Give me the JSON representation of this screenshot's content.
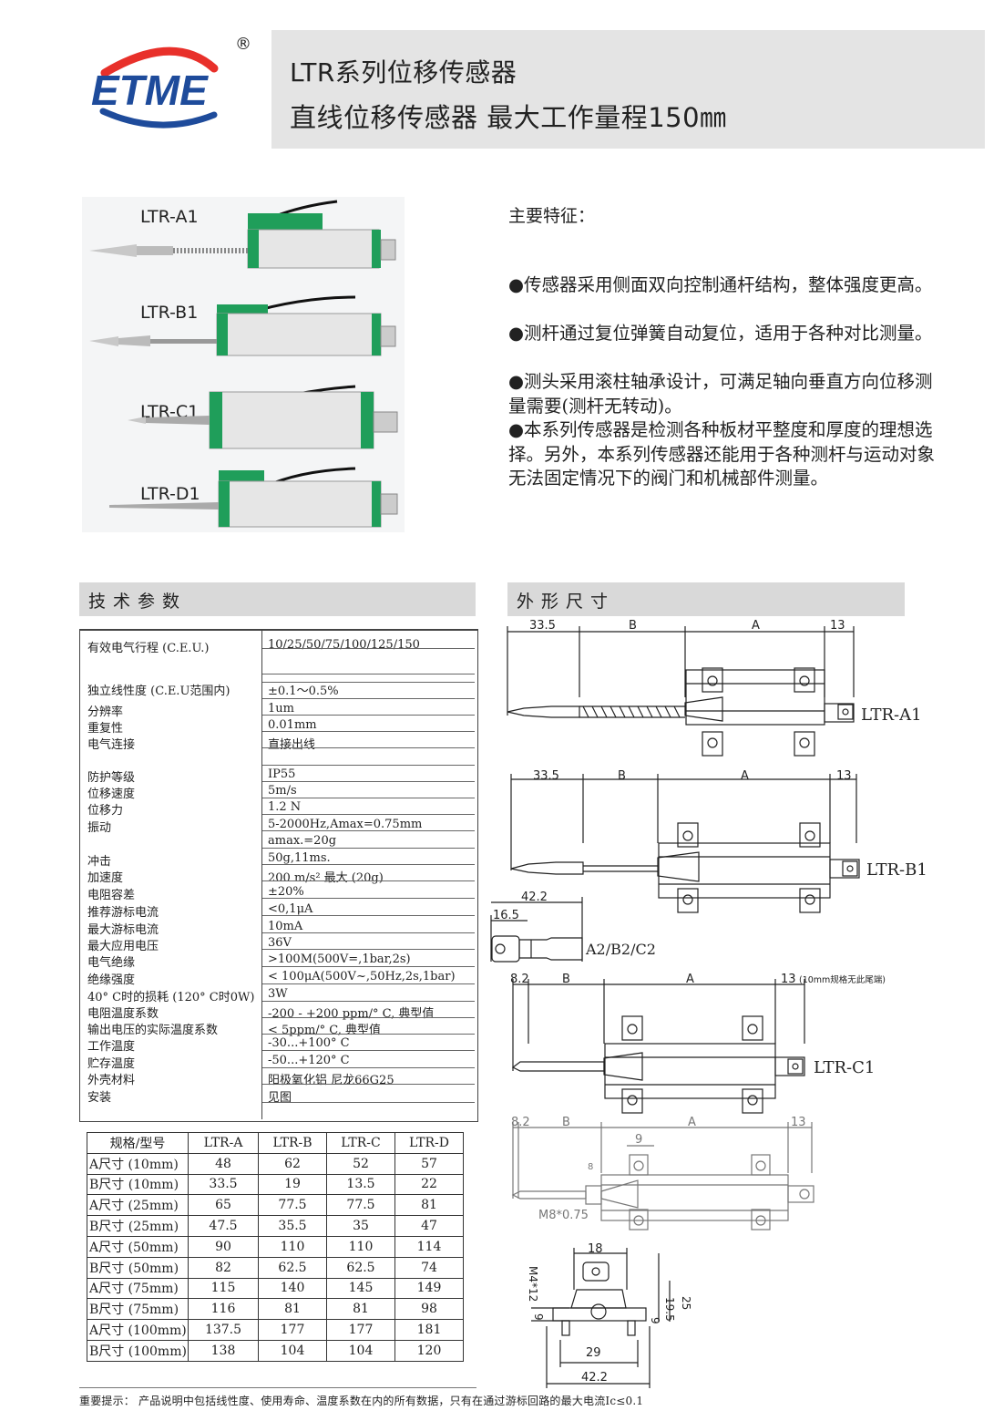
{
  "header": {
    "brand": "ETME",
    "registered_mark": "®",
    "title_line1": "LTR系列位移传感器",
    "title_line2": "直线位移传感器 最大工作量程150㎜"
  },
  "photo": {
    "labels": [
      "LTR-A1",
      "LTR-B1",
      "LTR-C1",
      "LTR-D1"
    ],
    "brand_color": "#1f9e5a"
  },
  "features": {
    "title": "主要特征：",
    "items": [
      "●传感器采用侧面双向控制通杆结构，整体强度更高。",
      "●测杆通过复位弹簧自动复位，适用于各种对比测量。",
      "●测头采用滚柱轴承设计，可满足轴向垂直方向位移测量需要(测杆无转动)。",
      "●本系列传感器是检测各种板材平整度和厚度的理想选择。另外，本系列传感器还能用于各种测杆与运动对象无法固定情况下的阀门和机械部件测量。"
    ]
  },
  "sections": {
    "tech": "技术参数",
    "dims": "外形尺寸"
  },
  "specs": [
    {
      "k": "有效电气行程 (C.E.U.)",
      "v": "10/25/50/75/100/125/150"
    },
    {
      "k": "",
      "v": ""
    },
    {
      "k": "独立线性度 (C.E.U范围内)",
      "v": "±0.1～0.5%"
    },
    {
      "k": "分辨率",
      "v": "1um"
    },
    {
      "k": "重复性",
      "v": "0.01mm"
    },
    {
      "k": "电气连接",
      "v": "直接出线"
    },
    {
      "k": "",
      "v": ""
    },
    {
      "k": "防护等级",
      "v": "IP55"
    },
    {
      "k": "位移速度",
      "v": "5m/s"
    },
    {
      "k": "位移力",
      "v": "1.2 N"
    },
    {
      "k": "振动",
      "v": "5-2000Hz,Amax=0.75mm"
    },
    {
      "k": "",
      "v": "amax.=20g"
    },
    {
      "k": "冲击",
      "v": "50g,11ms."
    },
    {
      "k": "加速度",
      "v": "200 m/s² 最大 (20g)"
    },
    {
      "k": "电阻容差",
      "v": "±20%"
    },
    {
      "k": "推荐游标电流",
      "v": "<0,1μA"
    },
    {
      "k": "最大游标电流",
      "v": "10mA"
    },
    {
      "k": "最大应用电压",
      "v": "36V"
    },
    {
      "k": "电气绝缘",
      "v": ">100M(500V=,1bar,2s)"
    },
    {
      "k": "绝缘强度",
      "v": "< 100μA(500V~,50Hz,2s,1bar)"
    },
    {
      "k": "40° C时的损耗 (120° C时0W)",
      "v": "3W"
    },
    {
      "k": "电阻温度系数",
      "v": "-200 - +200 ppm/° C, 典型值"
    },
    {
      "k": "输出电压的实际温度系数",
      "v": "< 5ppm/° C, 典型值"
    },
    {
      "k": "工作温度",
      "v": "-30...+100° C"
    },
    {
      "k": "贮存温度",
      "v": "-50...+120° C"
    },
    {
      "k": "外壳材料",
      "v": "阳极氧化铝 尼龙66G25"
    },
    {
      "k": "安装",
      "v": "见图"
    }
  ],
  "size_table": {
    "headers": [
      "规格/型号",
      "LTR-A",
      "LTR-B",
      "LTR-C",
      "LTR-D"
    ],
    "rows": [
      [
        "A尺寸 (10mm)",
        "48",
        "62",
        "52",
        "57"
      ],
      [
        "B尺寸 (10mm)",
        "33.5",
        "19",
        "13.5",
        "22"
      ],
      [
        "A尺寸 (25mm)",
        "65",
        "77.5",
        "77.5",
        "81"
      ],
      [
        "B尺寸 (25mm)",
        "47.5",
        "35.5",
        "35",
        "47"
      ],
      [
        "A尺寸 (50mm)",
        "90",
        "110",
        "110",
        "114"
      ],
      [
        "B尺寸 (50mm)",
        "82",
        "62.5",
        "62.5",
        "74"
      ],
      [
        "A尺寸 (75mm)",
        "115",
        "140",
        "145",
        "149"
      ],
      [
        "B尺寸 (75mm)",
        "116",
        "81",
        "81",
        "98"
      ],
      [
        "A尺寸 (100mm)",
        "137.5",
        "177",
        "177",
        "181"
      ],
      [
        "B尺寸 (100mm)",
        "138",
        "104",
        "104",
        "120"
      ]
    ]
  },
  "drawings": {
    "a1": {
      "left": "33.5",
      "b": "B",
      "a": "A",
      "right": "13",
      "label": "LTR-A1"
    },
    "b1": {
      "left": "33.5",
      "b": "B",
      "a": "A",
      "right": "13",
      "label": "LTR-B1"
    },
    "tip": {
      "w1": "42.2",
      "w2": "16.5",
      "label": "A2/B2/C2"
    },
    "c1": {
      "left": "8.2",
      "b": "B",
      "a": "A",
      "right": "13",
      "note": "(10mm规格无此尾端)",
      "label": "LTR-C1"
    },
    "d1": {
      "left": "8.2",
      "b": "B",
      "a": "A",
      "right": "13",
      "d9": "9",
      "d8": "8",
      "thread": "M8*0.75"
    },
    "end": {
      "w18": "18",
      "m4": "M4*12",
      "h25": "25",
      "h195": "19.5",
      "h9a": "9",
      "h9b": "9",
      "w29": "29",
      "w422": "42.2"
    }
  },
  "footer": {
    "note": "重要提示：    产品说明中包括线性度、使用寿命、温度系数在内的所有数据，只有在通过游标回路的最大电流Ic≤0.1"
  }
}
